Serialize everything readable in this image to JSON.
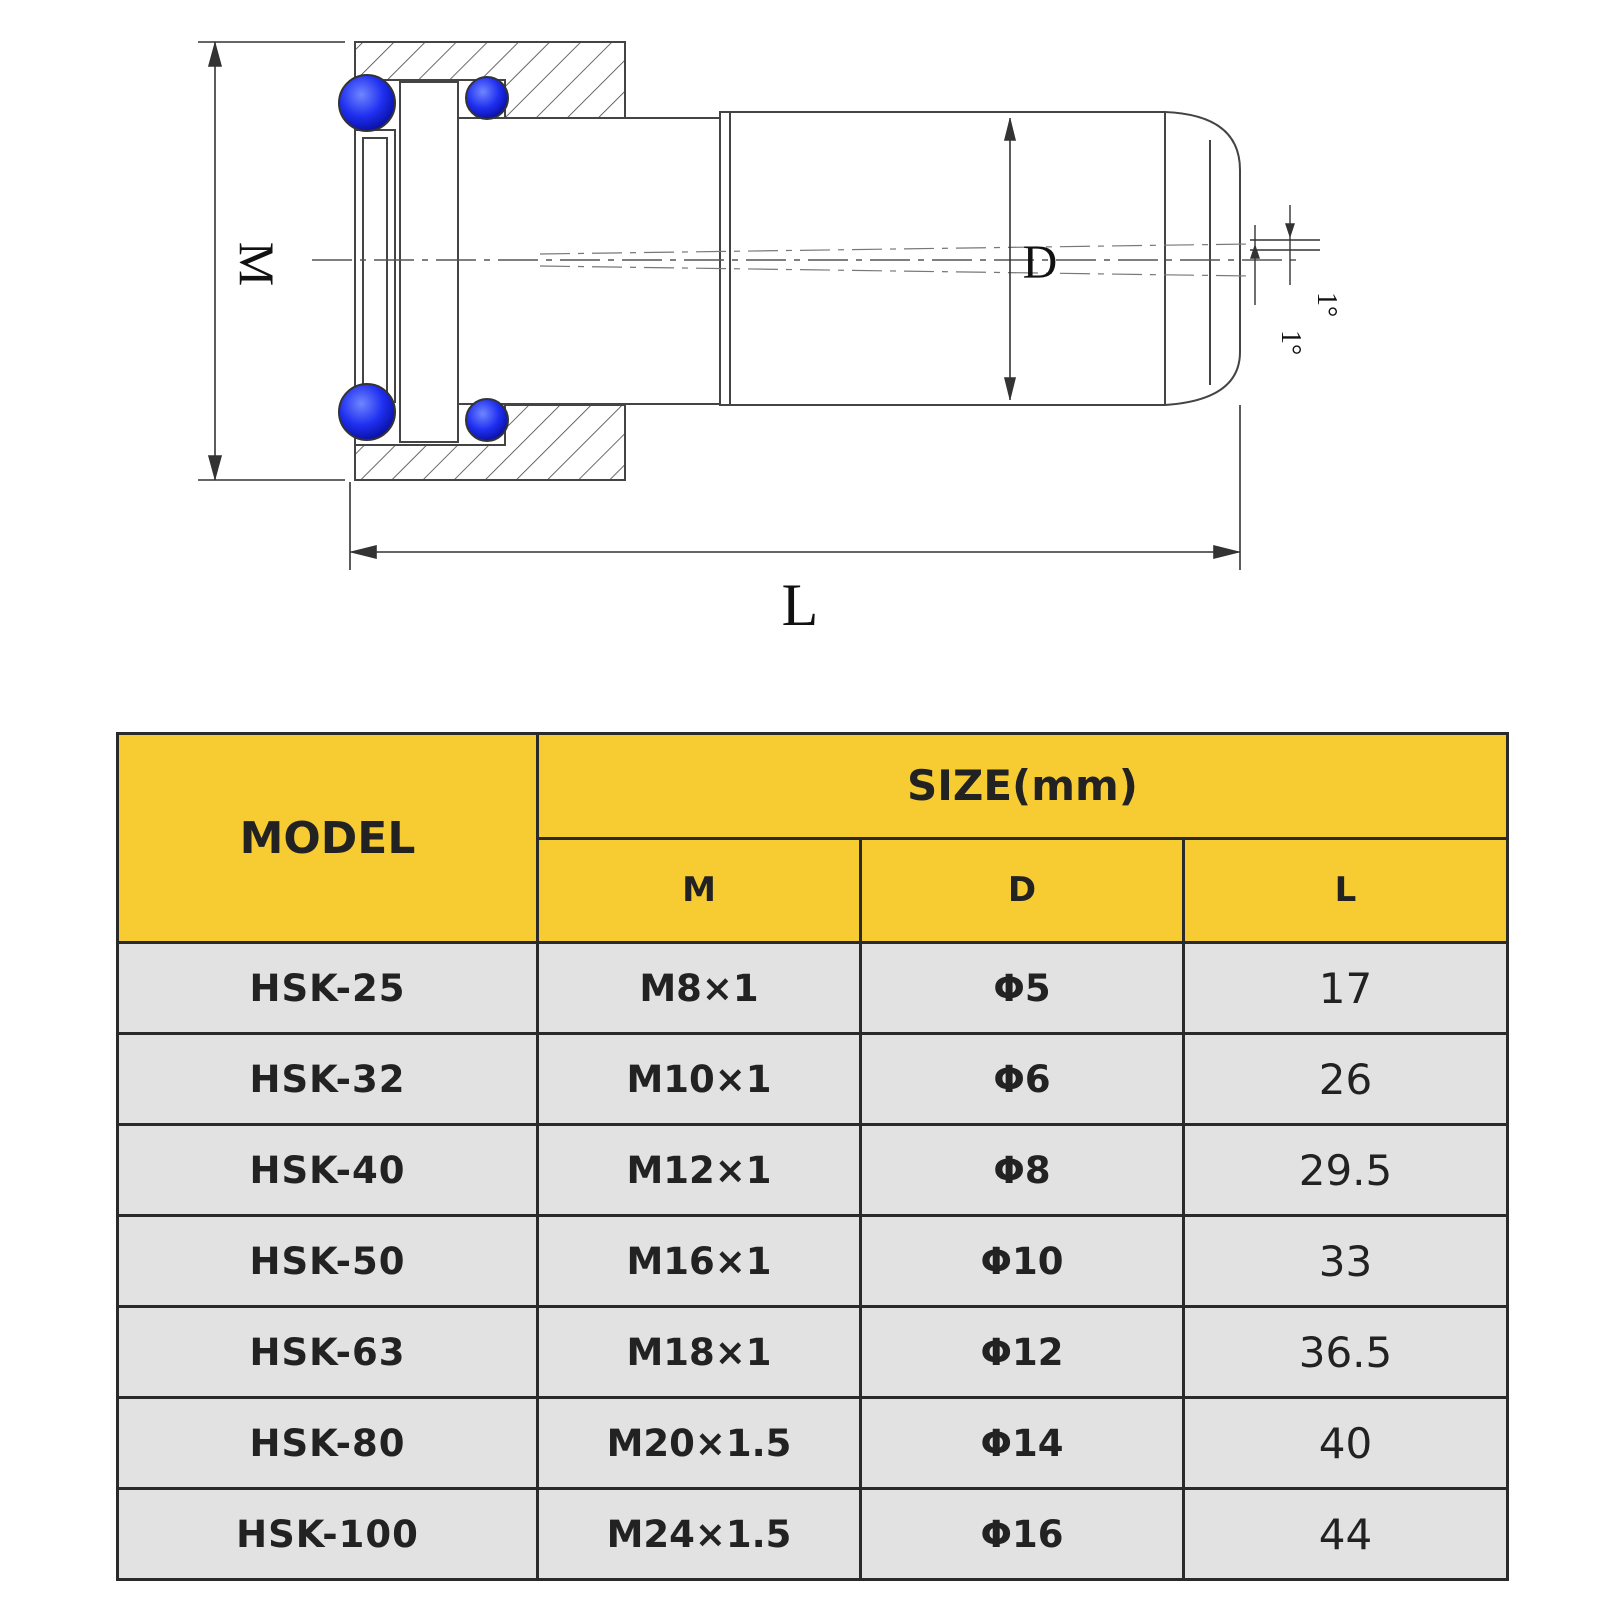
{
  "drawing": {
    "labels": {
      "m": "M",
      "d": "D",
      "l": "L",
      "angle_top": "1°",
      "angle_bottom": "1°"
    },
    "ball_color": "#2233ee"
  },
  "table": {
    "header": {
      "model": "MODEL",
      "size": "SIZE(mm)",
      "columns": [
        "M",
        "D",
        "L"
      ]
    },
    "rows": [
      {
        "model": "HSK-25",
        "m": "M8×1",
        "d": "Φ5",
        "l": "17"
      },
      {
        "model": "HSK-32",
        "m": "M10×1",
        "d": "Φ6",
        "l": "26"
      },
      {
        "model": "HSK-40",
        "m": "M12×1",
        "d": "Φ8",
        "l": "29.5"
      },
      {
        "model": "HSK-50",
        "m": "M16×1",
        "d": "Φ10",
        "l": "33"
      },
      {
        "model": "HSK-63",
        "m": "M18×1",
        "d": "Φ12",
        "l": "36.5"
      },
      {
        "model": "HSK-80",
        "m": "M20×1.5",
        "d": "Φ14",
        "l": "40"
      },
      {
        "model": "HSK-100",
        "m": "M24×1.5",
        "d": "Φ16",
        "l": "44"
      }
    ],
    "header_color": "#f7cc33",
    "row_color": "#e2e2e2"
  }
}
